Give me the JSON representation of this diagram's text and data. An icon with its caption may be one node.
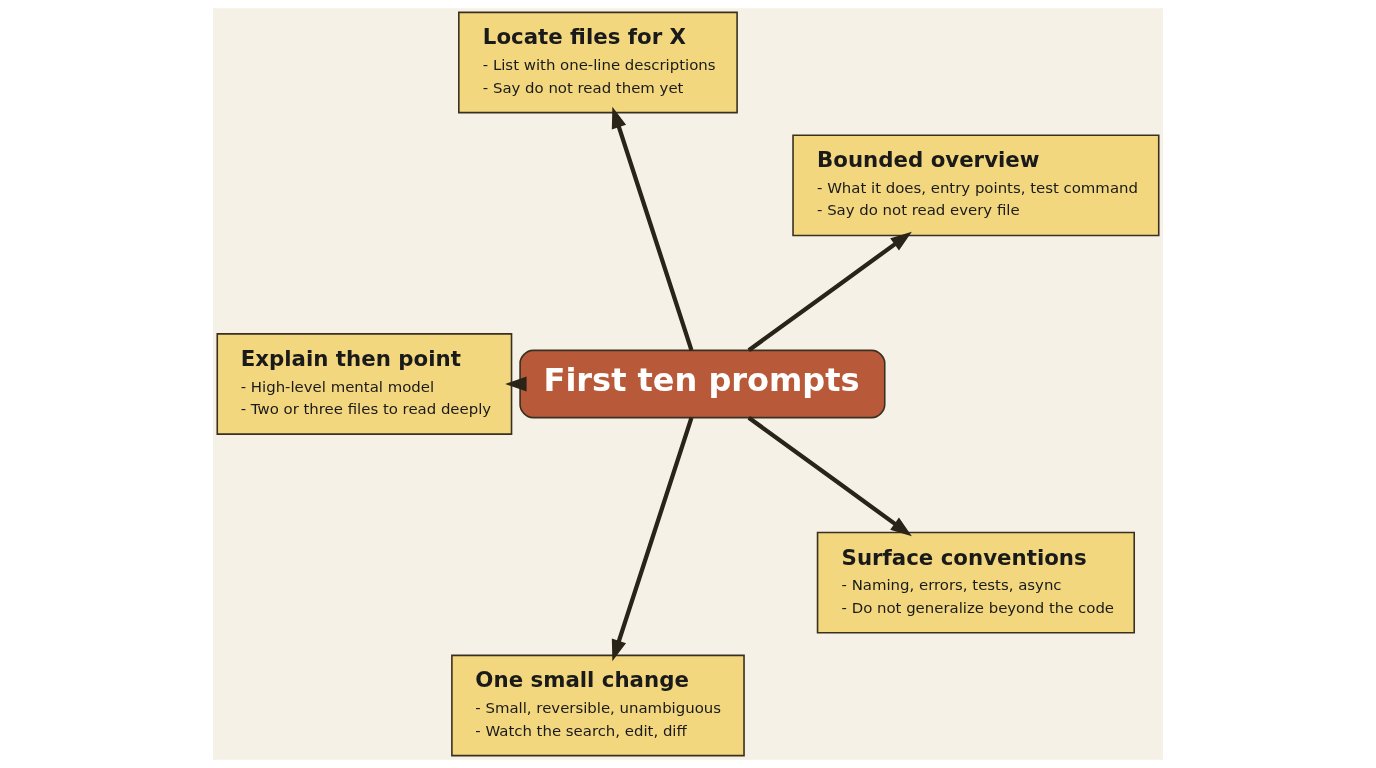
{
  "diagram": {
    "nodes": [
      {
        "text": [
          "First ten prompts"
        ]
      },
      {
        "text": [
          "Bounded overview",
          "- What it does, entry points, test command",
          "- Say do not read every file"
        ]
      },
      {
        "text": [
          "Locate files for X",
          "- List with one-line descriptions",
          "- Say do not read them yet"
        ]
      },
      {
        "text": [
          "Explain then point",
          "- High-level mental model",
          "- Two or three files to read deeply"
        ]
      },
      {
        "text": [
          "One small change",
          "- Small, reversible, unambiguous",
          "- Watch the search, edit, diff"
        ]
      },
      {
        "text": [
          "Surface conventions",
          "- Naming, errors, tests, async",
          "- Do not generalize beyond the code"
        ]
      }
    ],
    "edges": [
      {
        "from": 0,
        "to": 1,
        "arrow": "to"
      },
      {
        "from": 0,
        "to": 2,
        "arrow": "to"
      },
      {
        "from": 0,
        "to": 3,
        "arrow": "to"
      },
      {
        "from": 0,
        "to": 4,
        "arrow": "to"
      },
      {
        "from": 0,
        "to": 5,
        "arrow": "to"
      }
    ]
  }
}
